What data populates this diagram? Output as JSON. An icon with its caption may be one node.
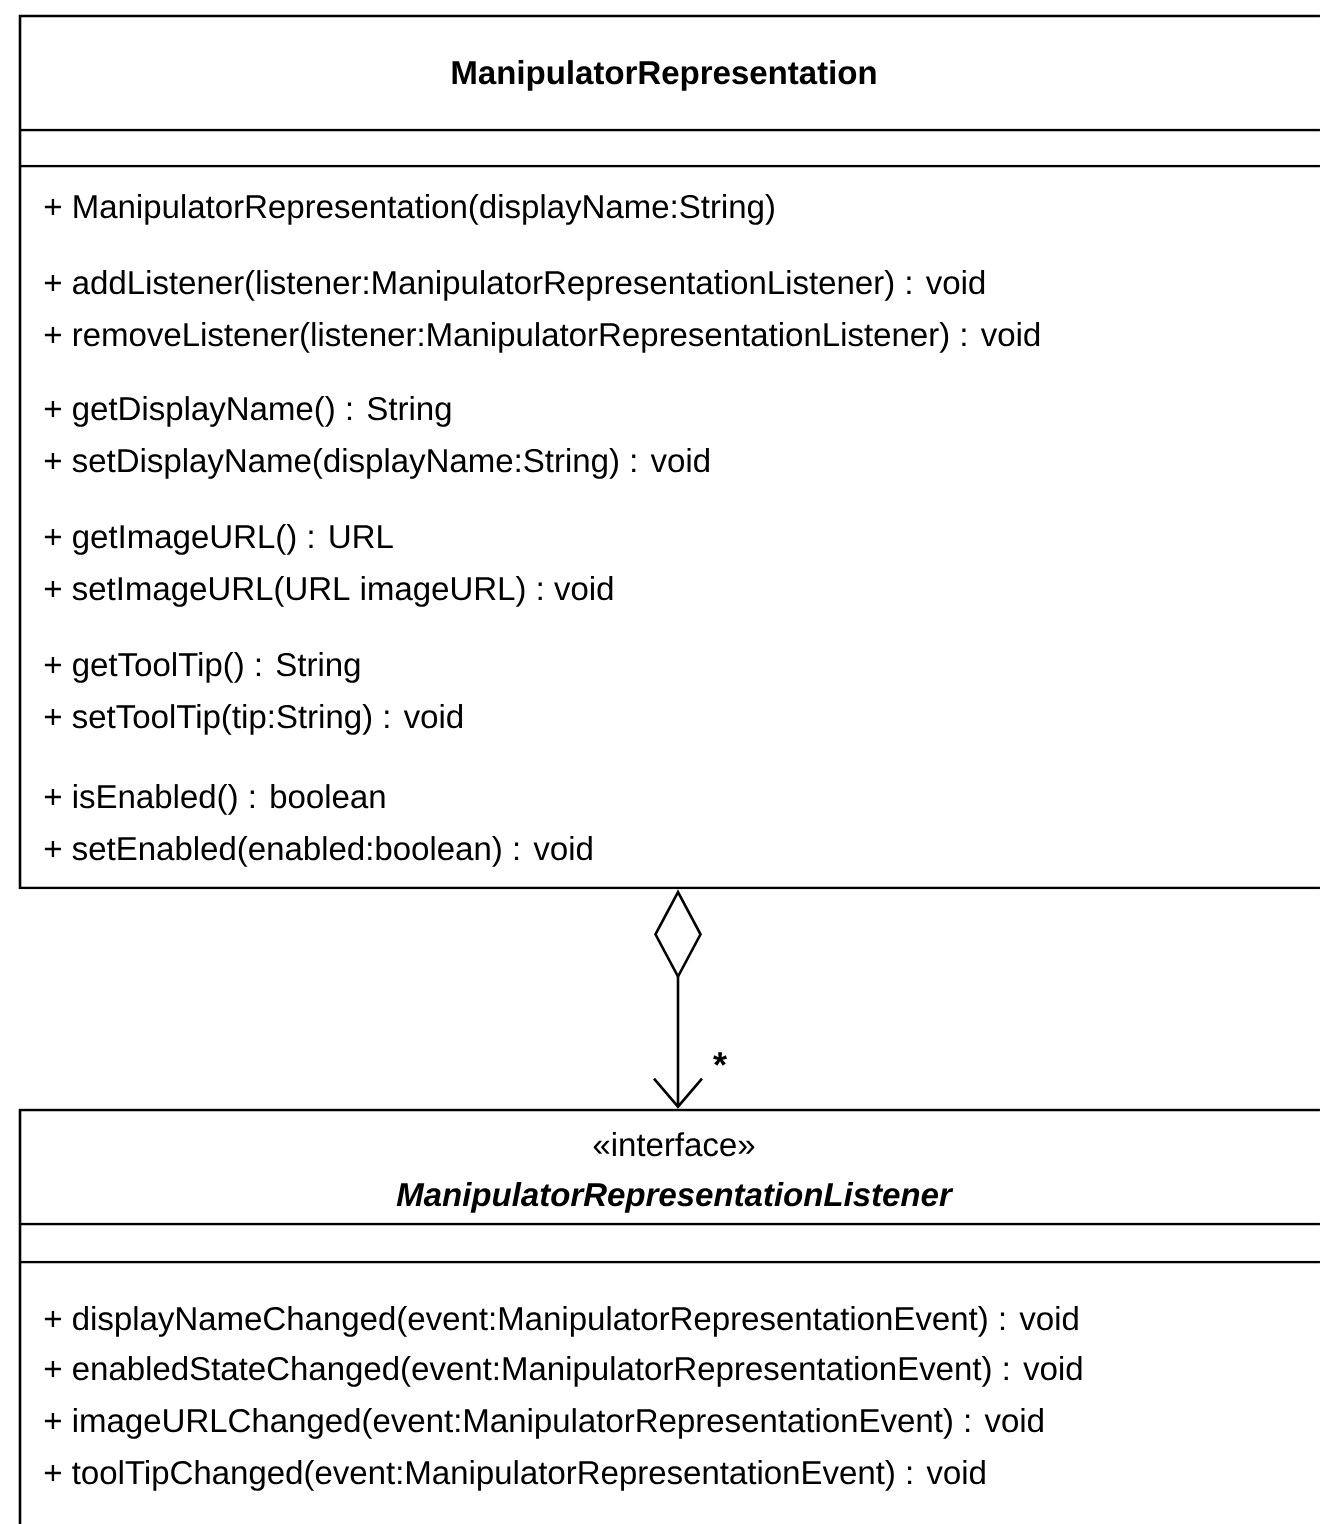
{
  "diagram": {
    "nodes": [
      {
        "text": [
          "ManipulatorRepresentation",
          "+ ManipulatorRepresentation(displayName:String)",
          "+ addListener(listener:ManipulatorRepresentationListener) : void",
          "+ removeListener(listener:ManipulatorRepresentationListener) : void",
          "+ getDisplayName() : String",
          "+ setDisplayName(displayName:String) : void",
          "+ getImageURL() : URL",
          "+ setImageURL(URL imageURL) : void",
          "+ getToolTip() : String",
          "+ setToolTip(tip:String) : void",
          "+ isEnabled() : boolean",
          "+ setEnabled(enabled:boolean) : void"
        ]
      },
      {
        "text": [
          "«interface»",
          "ManipulatorRepresentationListener",
          "+ displayNameChanged(event:ManipulatorRepresentationEvent) : void",
          "+ enabledStateChanged(event:ManipulatorRepresentationEvent) : void",
          "+ imageURLChanged(event:ManipulatorRepresentationEvent) : void",
          "+ toolTipChanged(event:ManipulatorRepresentationEvent) : void"
        ]
      }
    ],
    "edges": [
      {
        "from": 0,
        "to": 1,
        "arrow": "to",
        "label": "*"
      }
    ]
  }
}
